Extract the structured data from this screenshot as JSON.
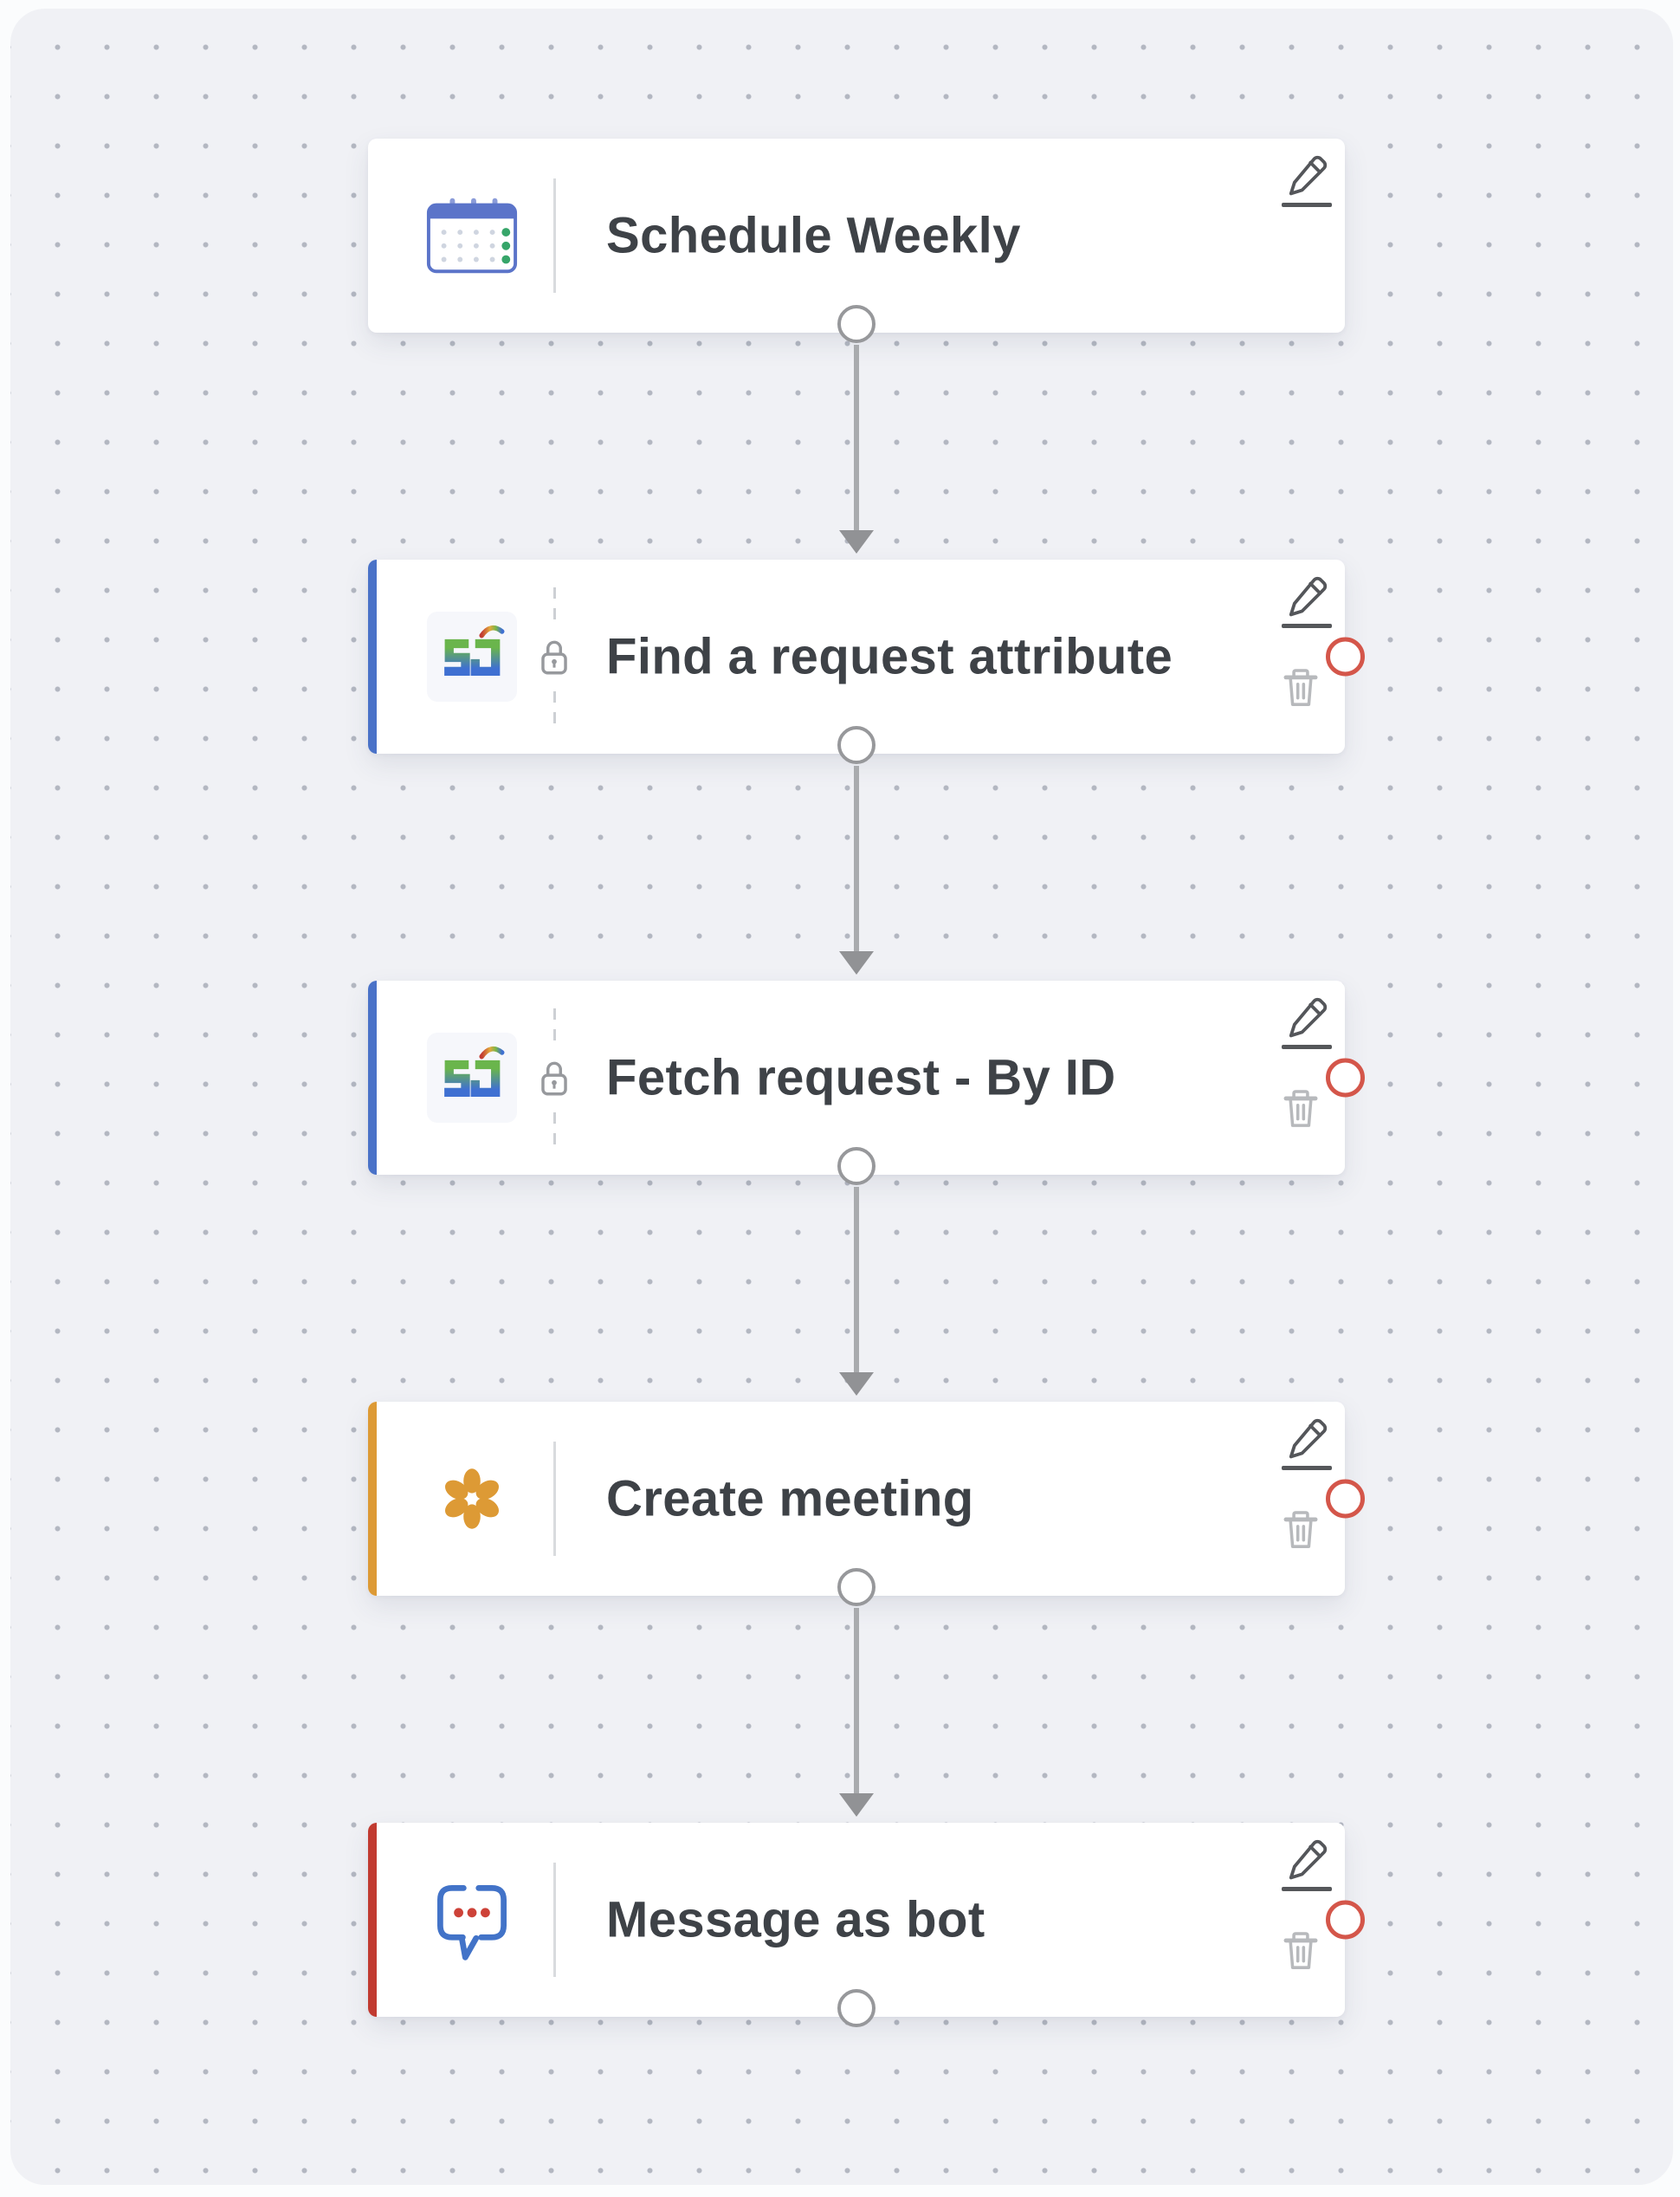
{
  "app": {
    "view": "workflow-builder-canvas"
  },
  "colors": {
    "canvas_bg": "#f0f1f5",
    "dot": "#b3b7c1",
    "card_bg": "#ffffff",
    "title_text": "#3e4247",
    "connector": "#a9abae",
    "port_stroke": "#97989b",
    "output_port_stroke": "#d4564a",
    "accent_blue": "#4a72c8",
    "accent_orange": "#dd9a35",
    "accent_red": "#c13a30"
  },
  "workflow": {
    "nodes": [
      {
        "title": "Schedule Weekly",
        "icon": "calendar-icon",
        "accent_color": null,
        "locked": false,
        "deletable": false,
        "has_output_port": false
      },
      {
        "title": "Find a request attribute",
        "icon": "servicedesk-icon",
        "accent_color": "#4a72c8",
        "locked": true,
        "deletable": true,
        "has_output_port": true
      },
      {
        "title": "Fetch request - By ID",
        "icon": "servicedesk-icon",
        "accent_color": "#4a72c8",
        "locked": true,
        "deletable": true,
        "has_output_port": true
      },
      {
        "title": "Create meeting",
        "icon": "meeting-icon",
        "accent_color": "#dd9a35",
        "locked": false,
        "deletable": true,
        "has_output_port": true
      },
      {
        "title": "Message as bot",
        "icon": "chat-bot-icon",
        "accent_color": "#c13a30",
        "locked": false,
        "deletable": true,
        "has_output_port": true
      }
    ]
  },
  "icons": {
    "edit": "pencil-icon",
    "delete": "trash-icon",
    "locked": "lock-icon",
    "node_bottom_connector": "connector-port",
    "node_output": "output-port"
  }
}
